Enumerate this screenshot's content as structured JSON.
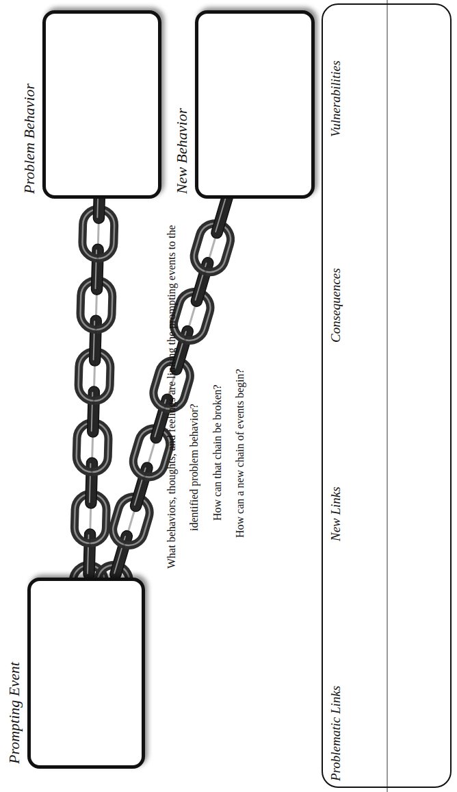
{
  "diagram": {
    "nodes": [
      {
        "text": [
          "Prompting Event"
        ]
      },
      {
        "text": [
          "Problem Behavior"
        ]
      },
      {
        "text": [
          "New Behavior"
        ]
      },
      {
        "text": [
          "Problematic Links",
          "New Links",
          "Consequences",
          "Vulnerabilities"
        ]
      }
    ],
    "edges": [
      {
        "from": 0,
        "to": 1,
        "arrow": "none"
      },
      {
        "from": 0,
        "to": 2,
        "arrow": "none"
      }
    ],
    "labels": [
      "What behaviors, thoughts, and feelings are linking the prompting events to the identified problem behavior?",
      "How can that chain be broken?",
      "How can a new chain of events begin?"
    ]
  }
}
